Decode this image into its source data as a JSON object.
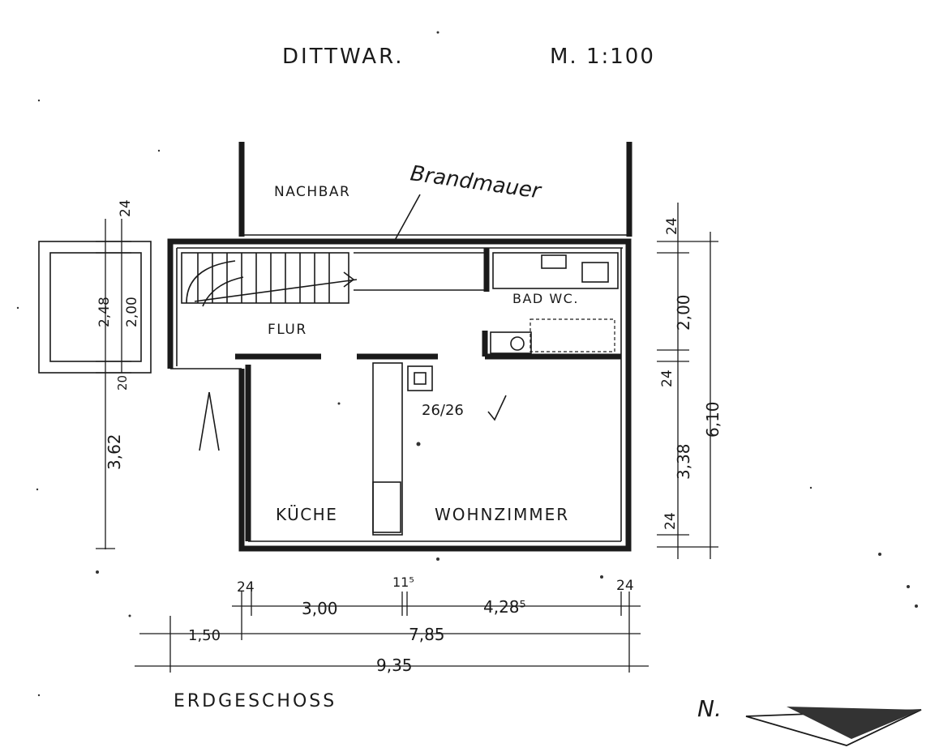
{
  "header": {
    "place": "DITTWAR.",
    "scale": "M. 1:100"
  },
  "annotation": {
    "firewall_note": "Brandmauer"
  },
  "rooms": {
    "neighbor": "NACHBAR",
    "hall": "FLUR",
    "bath": "BAD WC.",
    "kitchen": "KÜCHE",
    "living": "WOHNZIMMER",
    "chimney": "26/26"
  },
  "dimensions": {
    "left_top": "24",
    "left_248": "2,48",
    "left_200": "2,00",
    "left_20": "20",
    "left_362": "3,62",
    "right_top": "24",
    "right_200": "2,00",
    "right_24_mid": "24",
    "right_338": "3,38",
    "right_24_bot": "24",
    "right_610": "6,10",
    "bottom_24_left": "24",
    "bottom_300": "3,00",
    "bottom_115": "11⁵",
    "bottom_428": "4,28⁵",
    "bottom_24_right": "24",
    "bottom_150": "1,50",
    "bottom_785": "7,85",
    "bottom_935": "9,35"
  },
  "footer": {
    "floor_name": "ERDGESCHOSS",
    "north": "N."
  }
}
